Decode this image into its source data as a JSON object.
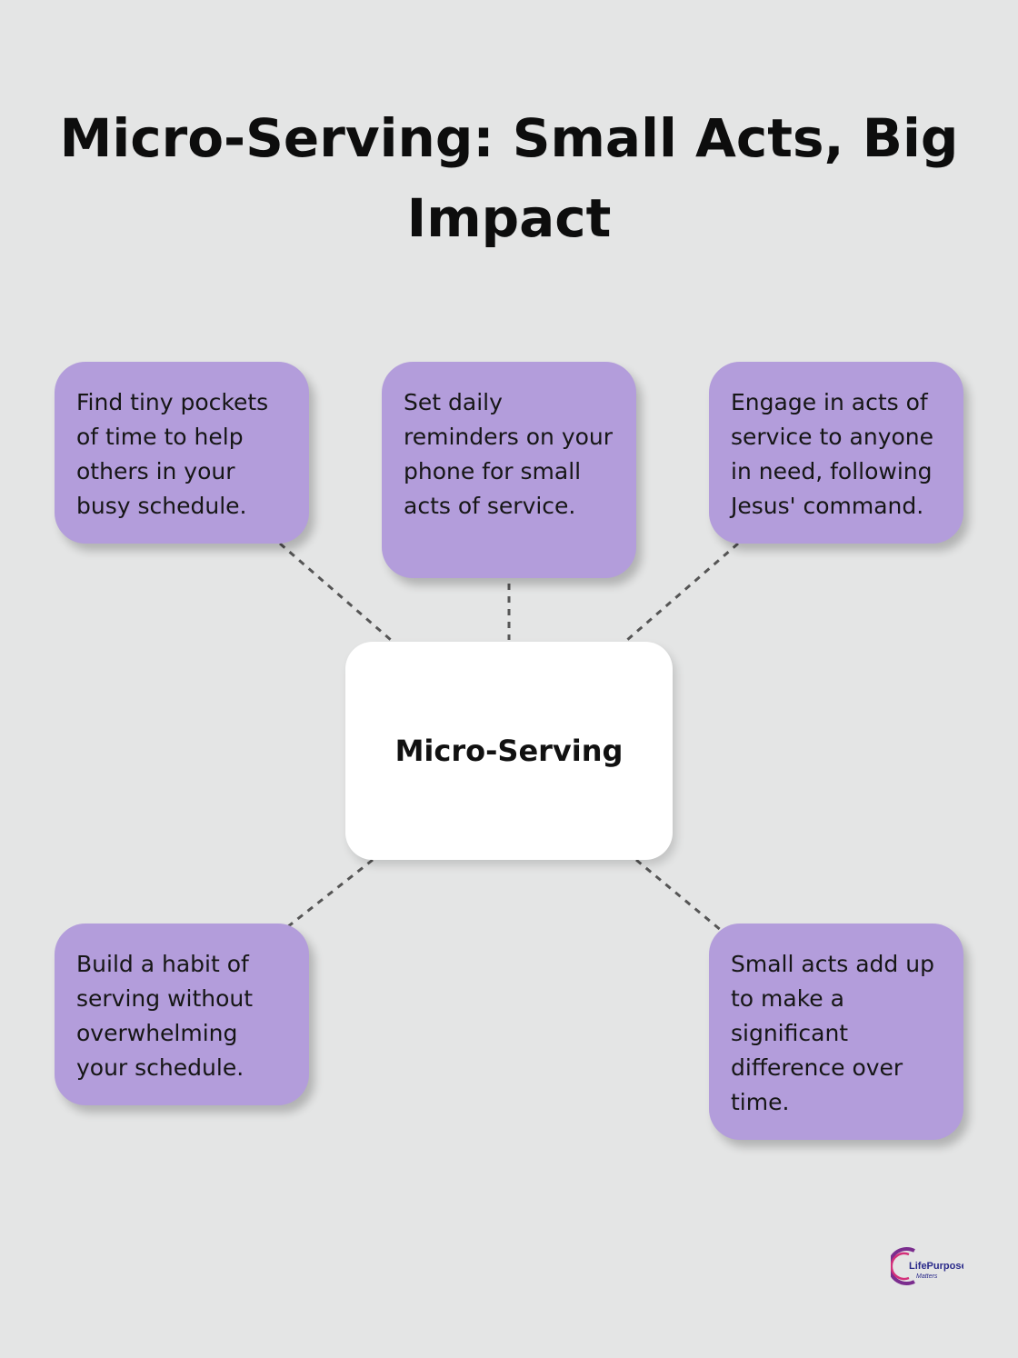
{
  "title": "Micro-Serving: Small Acts, Big Impact",
  "center": {
    "label": "Micro-Serving"
  },
  "cards": [
    {
      "text": "Find tiny pockets of time to help others in your busy schedule."
    },
    {
      "text": "Set daily reminders on your phone for small acts of service."
    },
    {
      "text": "Engage in acts of service to anyone in need, following Jesus' command."
    },
    {
      "text": "Build a habit of serving without overwhelming your schedule."
    },
    {
      "text": "Small acts add up to make a significant difference over time."
    }
  ],
  "logo": {
    "text": "LifePurpose Matters"
  },
  "colors": {
    "background": "#e4e5e5",
    "card": "#b39ddb",
    "center": "#ffffff",
    "connector": "#555555"
  }
}
